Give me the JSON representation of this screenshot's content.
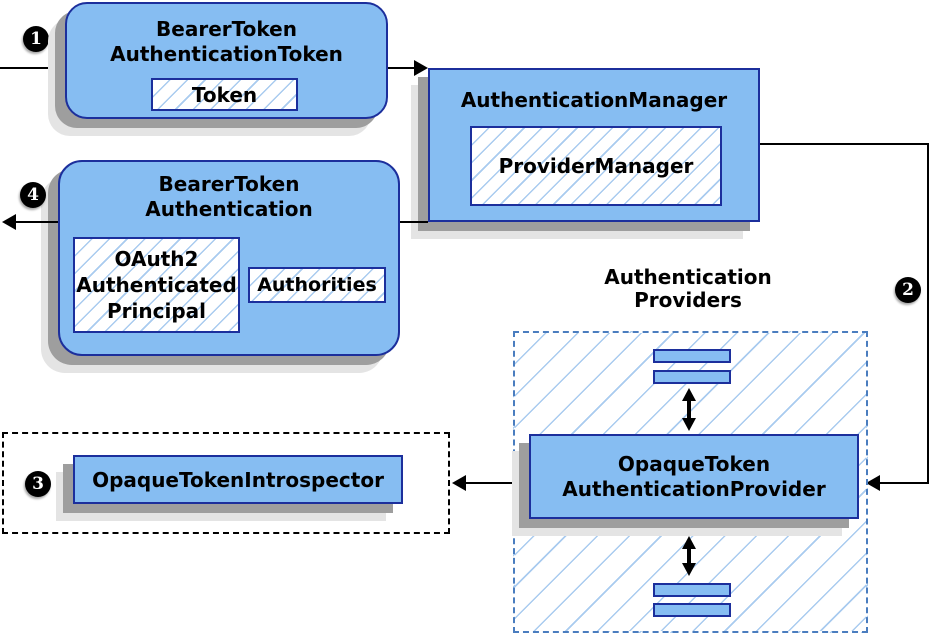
{
  "badges": {
    "step1": "1",
    "step2": "2",
    "step3": "3",
    "step4": "4"
  },
  "nodes": {
    "bearer_token_authentication_token": {
      "title": "BearerToken\nAuthenticationToken",
      "token_label": "Token"
    },
    "authentication_manager": {
      "title": "AuthenticationManager",
      "provider_manager_label": "ProviderManager"
    },
    "bearer_token_authentication": {
      "title": "BearerToken\nAuthentication",
      "principal_label": "OAuth2\nAuthenticated\nPrincipal",
      "authorities_label": "Authorities"
    },
    "opaque_token_introspector": {
      "title": "OpaqueTokenIntrospector"
    },
    "authentication_providers": {
      "heading": "Authentication\nProviders",
      "provider_title": "OpaqueToken\nAuthenticationProvider"
    }
  },
  "colors": {
    "box_fill": "#86bdf2",
    "box_border": "#1c2f9c",
    "hatch_line": "#a9cbef",
    "provider_dash": "#4a7dbf",
    "shadow_dark": "#9e9e9e",
    "shadow_light": "#e4e4e4",
    "arrow": "#000000",
    "badge_bg": "#000000",
    "badge_text": "#ffffff"
  }
}
